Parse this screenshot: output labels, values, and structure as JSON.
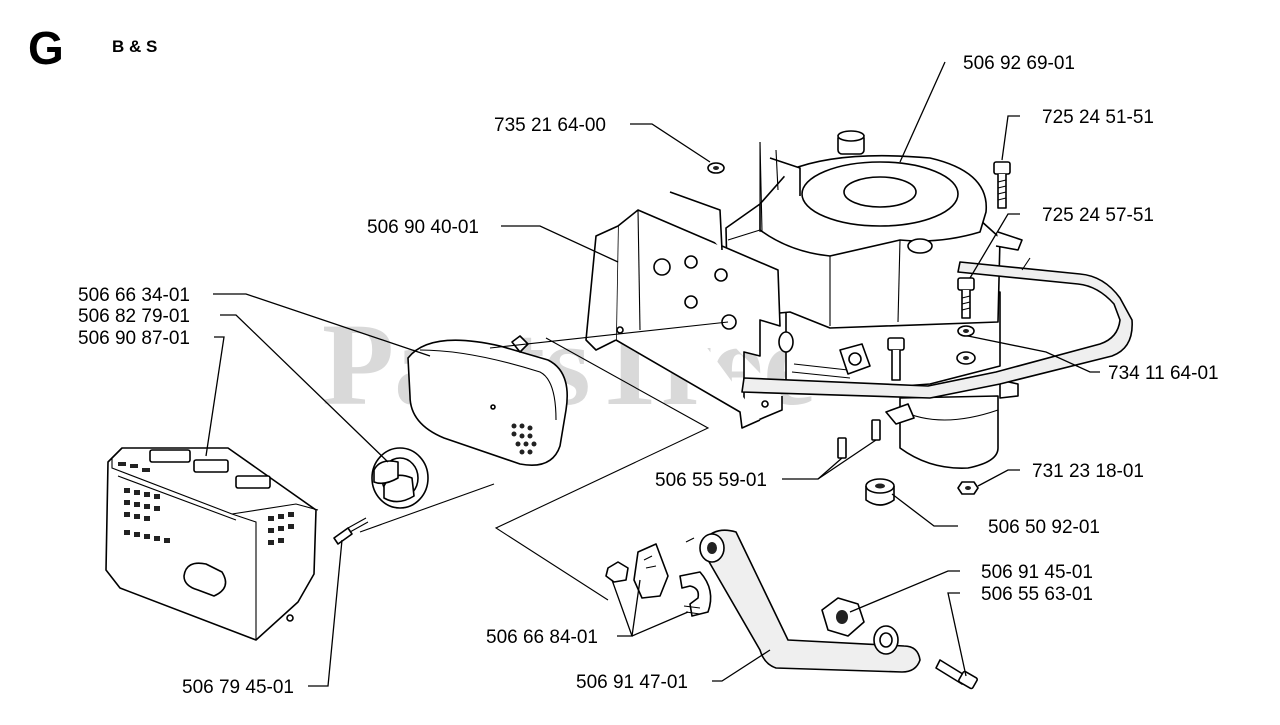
{
  "section": {
    "letter": "G",
    "subtitle": "B & S"
  },
  "watermark": {
    "text": "PartsTree",
    "tm": "TM"
  },
  "parts": [
    {
      "id": "p1",
      "number": "506 92 69-01"
    },
    {
      "id": "p2",
      "number": "735 21 64-00"
    },
    {
      "id": "p3",
      "number": "725 24 51-51"
    },
    {
      "id": "p4",
      "number": "725 24 57-51"
    },
    {
      "id": "p5",
      "number": "506 90 40-01"
    },
    {
      "id": "p6",
      "number": "506 66 34-01"
    },
    {
      "id": "p7",
      "number": "506 82 79-01"
    },
    {
      "id": "p8",
      "number": "506 90 87-01"
    },
    {
      "id": "p9",
      "number": "734 11 64-01"
    },
    {
      "id": "p10",
      "number": "731 23 18-01"
    },
    {
      "id": "p11",
      "number": "506 55 59-01"
    },
    {
      "id": "p12",
      "number": "506 50 92-01"
    },
    {
      "id": "p13",
      "number": "506 91 45-01"
    },
    {
      "id": "p14",
      "number": "506 55 63-01"
    },
    {
      "id": "p15",
      "number": "506 66 84-01"
    },
    {
      "id": "p16",
      "number": "506 91 47-01"
    },
    {
      "id": "p17",
      "number": "506 79 45-01"
    }
  ]
}
